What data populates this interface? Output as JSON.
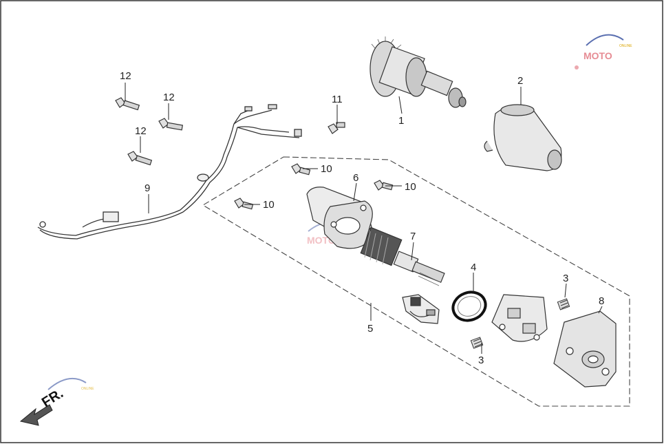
{
  "watermark": {
    "brand": "MOTO",
    "sub": "ONLINE"
  },
  "direction_label": "FR.",
  "callouts": [
    {
      "id": "1",
      "part": "starter-clutch-gear"
    },
    {
      "id": "2",
      "part": "rubber-boot"
    },
    {
      "id": "3",
      "part": "spring"
    },
    {
      "id": "3",
      "part": "spring"
    },
    {
      "id": "4",
      "part": "o-ring"
    },
    {
      "id": "5",
      "part": "starter-motor-assembly"
    },
    {
      "id": "6",
      "part": "motor-case"
    },
    {
      "id": "7",
      "part": "armature"
    },
    {
      "id": "8",
      "part": "end-cover"
    },
    {
      "id": "9",
      "part": "wire-harness"
    },
    {
      "id": "10",
      "part": "bolt"
    },
    {
      "id": "10",
      "part": "bolt"
    },
    {
      "id": "10",
      "part": "bolt"
    },
    {
      "id": "11",
      "part": "bolt"
    },
    {
      "id": "12",
      "part": "bolt"
    },
    {
      "id": "12",
      "part": "bolt"
    },
    {
      "id": "12",
      "part": "bolt"
    }
  ],
  "colors": {
    "border": "#333333",
    "watermark_red": "#e0707a",
    "watermark_blue": "#5a6fb0",
    "watermark_gold": "#d9a400"
  }
}
